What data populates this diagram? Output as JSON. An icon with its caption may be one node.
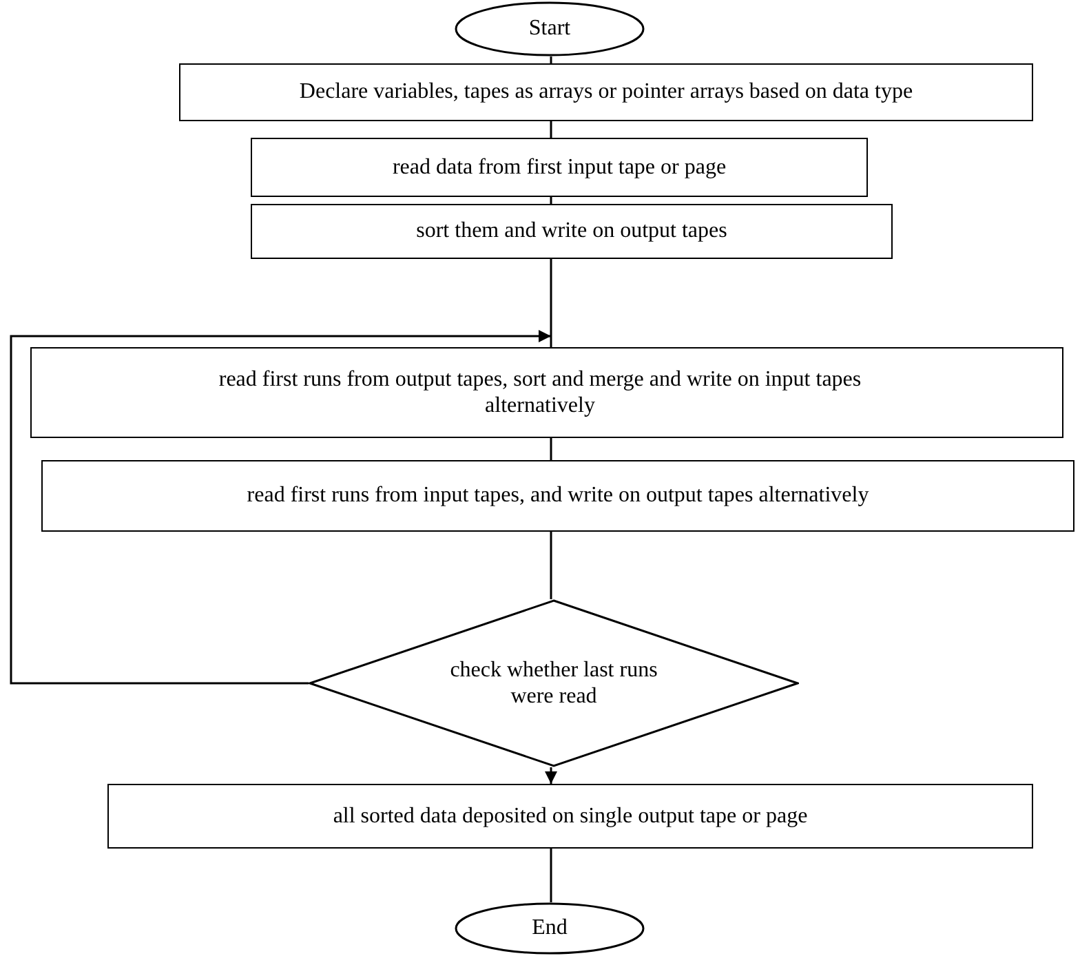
{
  "diagram": {
    "nodes": [
      {
        "text": [
          "Start"
        ]
      },
      {
        "text": [
          "Declare variables, tapes as arrays or pointer arrays based on data type"
        ]
      },
      {
        "text": [
          "read data from first input tape or page"
        ]
      },
      {
        "text": [
          "sort them and write on output tapes"
        ]
      },
      {
        "text": [
          "read first runs from output tapes, sort and merge and write on input tapes alternatively"
        ]
      },
      {
        "text": [
          "read first runs from input tapes, and write on output tapes alternatively"
        ]
      },
      {
        "text": [
          "check whether last runs were read"
        ]
      },
      {
        "text": [
          "all sorted data deposited on single output tape or page"
        ]
      },
      {
        "text": [
          "End"
        ]
      }
    ],
    "edges": [
      {
        "from": 0,
        "to": 1,
        "arrow": "none"
      },
      {
        "from": 1,
        "to": 2,
        "arrow": "none"
      },
      {
        "from": 2,
        "to": 3,
        "arrow": "none"
      },
      {
        "from": 3,
        "to": 4,
        "arrow": "none"
      },
      {
        "from": 4,
        "to": 5,
        "arrow": "none"
      },
      {
        "from": 5,
        "to": 6,
        "arrow": "none"
      },
      {
        "from": 6,
        "to": 4,
        "arrow": "to"
      },
      {
        "from": 6,
        "to": 7,
        "arrow": "to"
      },
      {
        "from": 7,
        "to": 8,
        "arrow": "none"
      }
    ]
  }
}
